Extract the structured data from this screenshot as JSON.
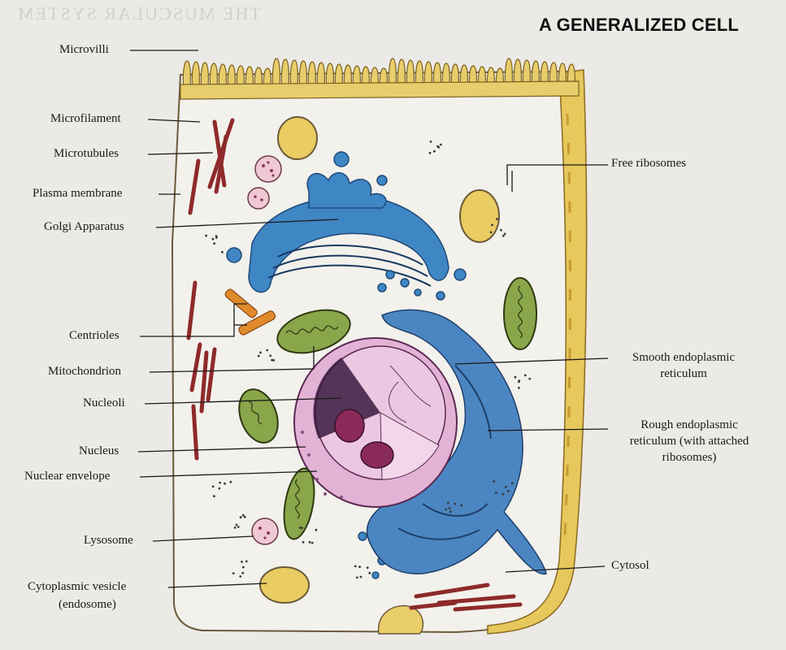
{
  "title": "A GENERALIZED CELL",
  "ghost_text": "THE MUSCULAR SYSTEM",
  "labels_left": {
    "microvilli": "Microvilli",
    "microfilament": "Microfilament",
    "microtubules": "Microtubules",
    "plasma_membrane": "Plasma membrane",
    "golgi": "Golgi Apparatus",
    "centrioles": "Centrioles",
    "mitochondrion": "Mitochondrion",
    "nucleoli": "Nucleoli",
    "nucleus": "Nucleus",
    "nuclear_envelope": "Nuclear envelope",
    "lysosome": "Lysosome",
    "vesicle_line1": "Cytoplasmic  vesicle",
    "vesicle_line2": "(endosome)"
  },
  "labels_right": {
    "free_ribosomes": "Free ribosomes",
    "smooth_er_line1": "Smooth endoplasmic",
    "smooth_er_line2": "reticulum",
    "rough_er_line1": "Rough endoplasmic",
    "rough_er_line2": "reticulum (with attached",
    "rough_er_line3": "ribosomes)",
    "cytosol": "Cytosol"
  },
  "colors": {
    "membrane_yellow": "#e6c85c",
    "golgi_blue": "#3f86c4",
    "er_blue": "#4b86c2",
    "nucleus_pink": "#e3b3d6",
    "nucleolus": "#8a2a5a",
    "mito_green": "#7d9a3c",
    "microtubule_red": "#8e2a2a",
    "centriole_orange": "#e08a2c",
    "lysosome_pink": "#e8b8c8",
    "cytoplasm": "#f3f1ec"
  }
}
